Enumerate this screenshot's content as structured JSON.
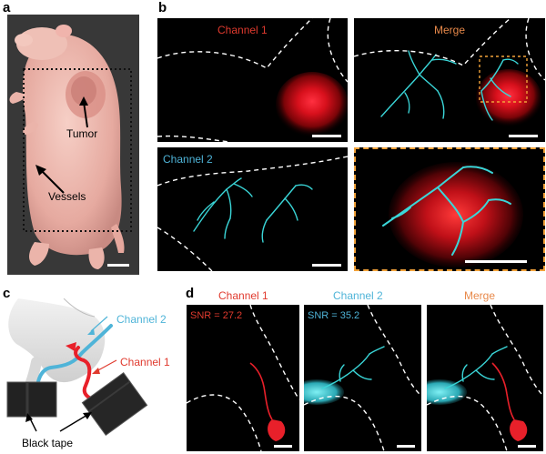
{
  "panel_labels": {
    "a": "a",
    "b": "b",
    "c": "c",
    "d": "d"
  },
  "panel_a": {
    "tumor_label": "Tumor",
    "vessels_label": "Vessels"
  },
  "panel_b": {
    "channel1": "Channel 1",
    "merge": "Merge",
    "channel2": "Channel 2"
  },
  "panel_c": {
    "channel2": "Channel 2",
    "channel1": "Channel 1",
    "tape_label": "Black tape"
  },
  "panel_d": {
    "channel1": "Channel 1",
    "channel2": "Channel 2",
    "merge": "Merge",
    "snr1": "SNR = 27.2",
    "snr2": "SNR = 35.2"
  },
  "colors": {
    "channel1": "#e03a2e",
    "channel2": "#4fb4d8",
    "merge": "#e8894a",
    "tumor": "#e8202a",
    "vessel": "#3ad6d8",
    "inset_border": "#f2a23a"
  }
}
